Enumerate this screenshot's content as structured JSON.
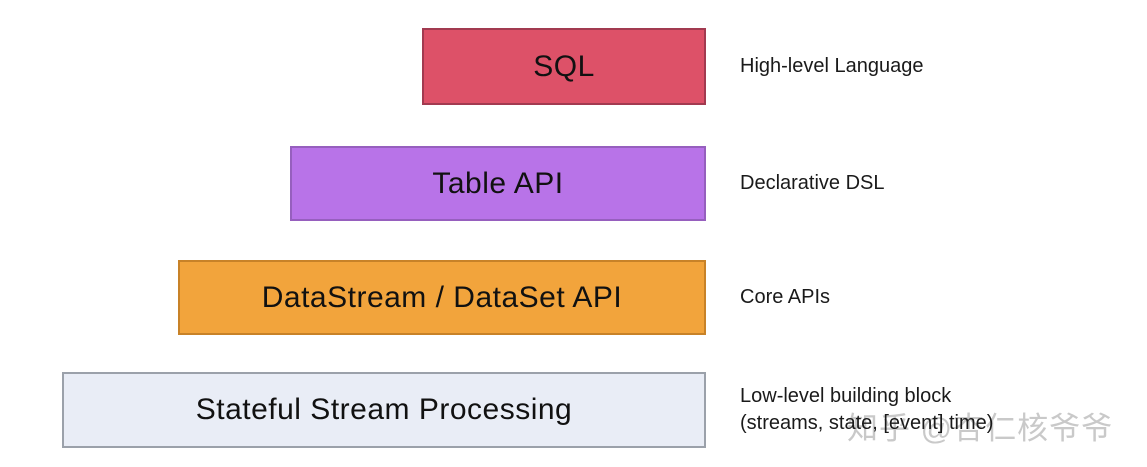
{
  "diagram": {
    "layers": [
      {
        "id": "sql",
        "label": "SQL",
        "annotation": "High-level Language",
        "fill": "#DD5168",
        "border": "#A23A50"
      },
      {
        "id": "table-api",
        "label": "Table API",
        "annotation": "Declarative DSL",
        "fill": "#B873E8",
        "border": "#965FBE"
      },
      {
        "id": "datastream-dataset-api",
        "label": "DataStream / DataSet API",
        "annotation": "Core APIs",
        "fill": "#F2A43C",
        "border": "#C88228"
      },
      {
        "id": "stateful-stream-processing",
        "label": "Stateful Stream Processing",
        "annotation": "Low-level building block\n(streams, state, [event] time)",
        "fill": "#E9EDF6",
        "border": "#9BA1AA"
      }
    ]
  },
  "watermark": {
    "text": "知乎 @杏仁核爷爷",
    "color": "#C9C9C9"
  }
}
